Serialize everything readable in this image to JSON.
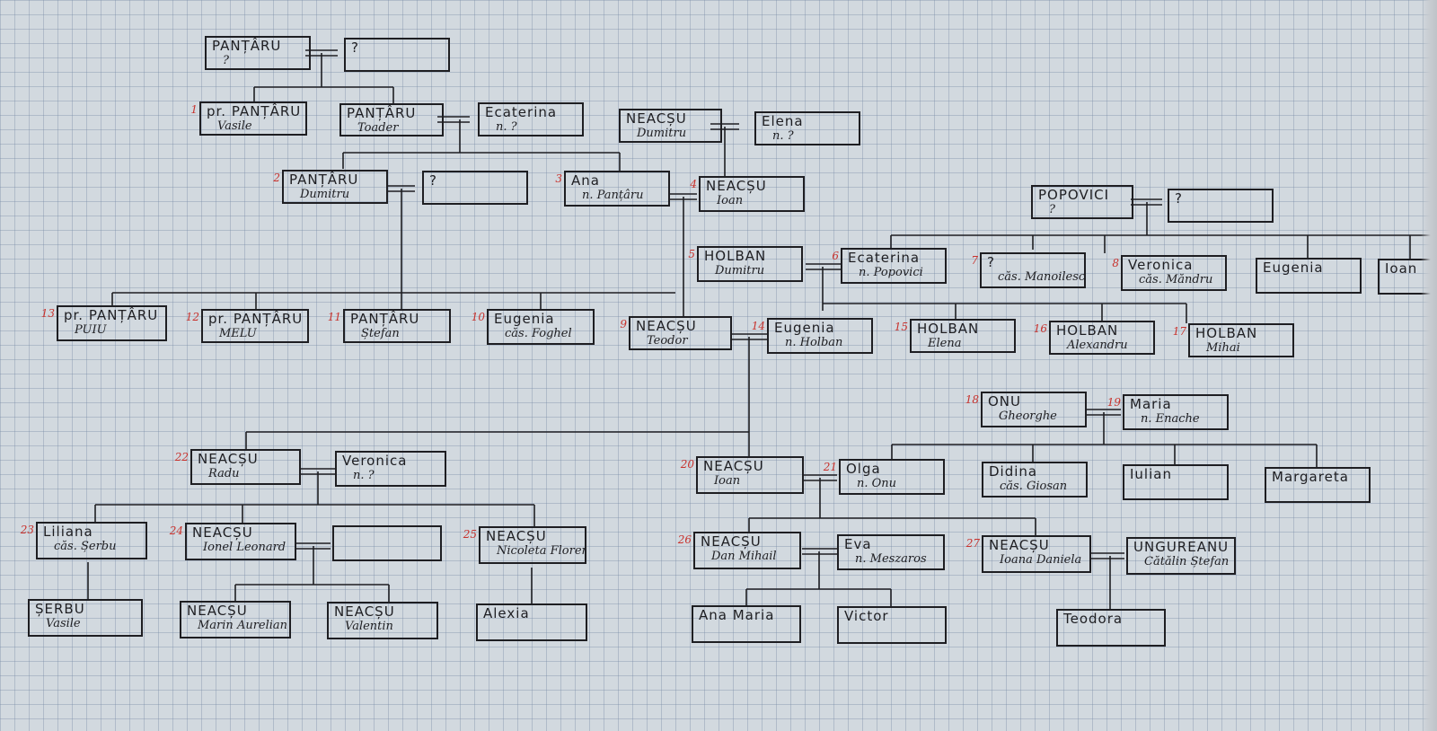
{
  "people": [
    {
      "id": "p_pant",
      "line1": "PANȚÂRU",
      "line2": "?",
      "num": ""
    },
    {
      "id": "p_pant_w",
      "line1": "?",
      "line2": "",
      "num": ""
    },
    {
      "id": "vasile",
      "line1": "pr. PANȚÂRU",
      "line2": "Vasile",
      "num": "1"
    },
    {
      "id": "toader",
      "line1": "PANȚÂRU",
      "line2": "Toader",
      "num": ""
    },
    {
      "id": "ecat",
      "line1": "Ecaterina",
      "line2": "n. ?",
      "num": ""
    },
    {
      "id": "neacsu_d",
      "line1": "NEACȘU",
      "line2": "Dumitru",
      "num": ""
    },
    {
      "id": "elena",
      "line1": "Elena",
      "line2": "n. ?",
      "num": ""
    },
    {
      "id": "pant_dum",
      "line1": "PANȚÂRU",
      "line2": "Dumitru",
      "num": "2"
    },
    {
      "id": "pant_dum_w",
      "line1": "?",
      "line2": "",
      "num": ""
    },
    {
      "id": "ana",
      "line1": "Ana",
      "line2": "n. Panțâru",
      "num": "3"
    },
    {
      "id": "ioan4",
      "line1": "NEACȘU",
      "line2": "Ioan",
      "num": "4"
    },
    {
      "id": "popovici",
      "line1": "POPOVICI",
      "line2": "?",
      "num": ""
    },
    {
      "id": "popovici_w",
      "line1": "?",
      "line2": "",
      "num": ""
    },
    {
      "id": "holban_d",
      "line1": "HOLBAN",
      "line2": "Dumitru",
      "num": "5"
    },
    {
      "id": "ecat_pop",
      "line1": "Ecaterina",
      "line2": "n. Popovici",
      "num": "6"
    },
    {
      "id": "manoil",
      "line1": "?",
      "line2": "căs. Manoilescu",
      "num": "7"
    },
    {
      "id": "veronica_m",
      "line1": "Veronica",
      "line2": "căs. Măndru",
      "num": "8"
    },
    {
      "id": "eugenia_p",
      "line1": "Eugenia",
      "line2": "",
      "num": ""
    },
    {
      "id": "ioan_p",
      "line1": "Ioan",
      "line2": "",
      "num": ""
    },
    {
      "id": "puiu",
      "line1": "pr. PANȚÂRU",
      "line2": "PUIU",
      "num": "13"
    },
    {
      "id": "melu",
      "line1": "pr. PANȚÂRU",
      "line2": "MELU",
      "num": "12"
    },
    {
      "id": "stefan",
      "line1": "PANȚÂRU",
      "line2": "Ștefan",
      "num": "11"
    },
    {
      "id": "eug_fog",
      "line1": "Eugenia",
      "line2": "căs. Foghel",
      "num": "10"
    },
    {
      "id": "teodor",
      "line1": "NEACȘU",
      "line2": "Teodor",
      "num": "9"
    },
    {
      "id": "eug_hol",
      "line1": "Eugenia",
      "line2": "n. Holban",
      "num": "14"
    },
    {
      "id": "hol_el",
      "line1": "HOLBAN",
      "line2": "Elena",
      "num": "15"
    },
    {
      "id": "hol_al",
      "line1": "HOLBAN",
      "line2": "Alexandru",
      "num": "16"
    },
    {
      "id": "hol_mi",
      "line1": "HOLBAN",
      "line2": "Mihai",
      "num": "17"
    },
    {
      "id": "onu",
      "line1": "ONU",
      "line2": "Gheorghe",
      "num": "18"
    },
    {
      "id": "maria",
      "line1": "Maria",
      "line2": "n. Enache",
      "num": "19"
    },
    {
      "id": "radu",
      "line1": "NEACȘU",
      "line2": "Radu",
      "num": "22"
    },
    {
      "id": "veronica",
      "line1": "Veronica",
      "line2": "n. ?",
      "num": ""
    },
    {
      "id": "ioan20",
      "line1": "NEACȘU",
      "line2": "Ioan",
      "num": "20"
    },
    {
      "id": "olga",
      "line1": "Olga",
      "line2": "n. Onu",
      "num": "21"
    },
    {
      "id": "didina",
      "line1": "Didina",
      "line2": "căs. Giosan",
      "num": ""
    },
    {
      "id": "iulian",
      "line1": "Iulian",
      "line2": "",
      "num": ""
    },
    {
      "id": "margareta",
      "line1": "Margareta",
      "line2": "",
      "num": ""
    },
    {
      "id": "liliana",
      "line1": "Liliana",
      "line2": "căs. Șerbu",
      "num": "23"
    },
    {
      "id": "ionel",
      "line1": "NEACȘU",
      "line2": "Ionel Leonard",
      "num": "24"
    },
    {
      "id": "ionel_w",
      "line1": "",
      "line2": "",
      "num": ""
    },
    {
      "id": "nicoleta",
      "line1": "NEACȘU",
      "line2": "Nicoleta Florentina",
      "num": "25"
    },
    {
      "id": "dan",
      "line1": "NEACȘU",
      "line2": "Dan Mihail",
      "num": "26"
    },
    {
      "id": "eva",
      "line1": "Eva",
      "line2": "n. Meszaros",
      "num": ""
    },
    {
      "id": "ioana",
      "line1": "NEACȘU",
      "line2": "Ioana Daniela",
      "num": "27"
    },
    {
      "id": "catalin",
      "line1": "UNGUREANU",
      "line2": "Cătălin Ștefan",
      "num": ""
    },
    {
      "id": "serbu",
      "line1": "ȘERBU",
      "line2": "Vasile",
      "num": ""
    },
    {
      "id": "marin",
      "line1": "NEACȘU",
      "line2": "Marin Aurelian",
      "num": ""
    },
    {
      "id": "valentin",
      "line1": "NEACȘU",
      "line2": "Valentin",
      "num": ""
    },
    {
      "id": "alexia",
      "line1": "Alexia",
      "line2": "",
      "num": ""
    },
    {
      "id": "anamaria",
      "line1": "Ana Maria",
      "line2": "",
      "num": ""
    },
    {
      "id": "victor",
      "line1": "Victor",
      "line2": "",
      "num": ""
    },
    {
      "id": "teodora",
      "line1": "Teodora",
      "line2": "",
      "num": ""
    }
  ],
  "colors": {
    "ink": "#1e1e22",
    "number_red": "#c8322d",
    "paper": "#d2d9df",
    "grid": "#8aa0b8"
  }
}
